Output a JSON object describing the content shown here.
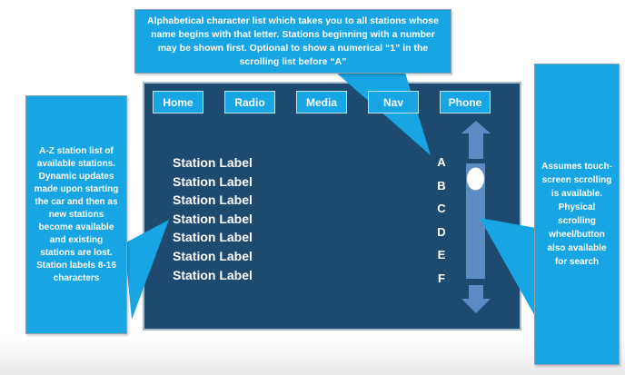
{
  "annotations": {
    "top": "Alphabetical character list which takes you to all stations whose name begins with that letter. Stations beginning with a number may be shown first. Optional to show a numerical “1” in the scrolling list before “A”",
    "left": "A-Z station list of available stations. Dynamic updates made upon starting the car and then as new stations become available and existing stations are lost. Station labels 8-16 characters",
    "right": "Assumes touch-screen scrolling is available. Physical scrolling wheel/button also available for search"
  },
  "screen": {
    "tabs": [
      "Home",
      "Radio",
      "Media",
      "Nav",
      "Phone"
    ],
    "stations": [
      "Station Label",
      "Station Label",
      "Station Label",
      "Station Label",
      "Station Label",
      "Station Label",
      "Station Label"
    ],
    "letters": [
      "A",
      "B",
      "C",
      "D",
      "E",
      "F"
    ]
  },
  "icons": {
    "scroll_up": "scroll-up-arrow-icon",
    "scroll_down": "scroll-down-arrow-icon",
    "scroll_thumb": "scroll-thumb"
  },
  "colors": {
    "accent_blue": "#17a5e3",
    "screen_navy": "#1f4a70",
    "scrollbar_blue": "#5d8cc4",
    "callout_border": "#8fa0ad",
    "text": "#ffffff"
  }
}
